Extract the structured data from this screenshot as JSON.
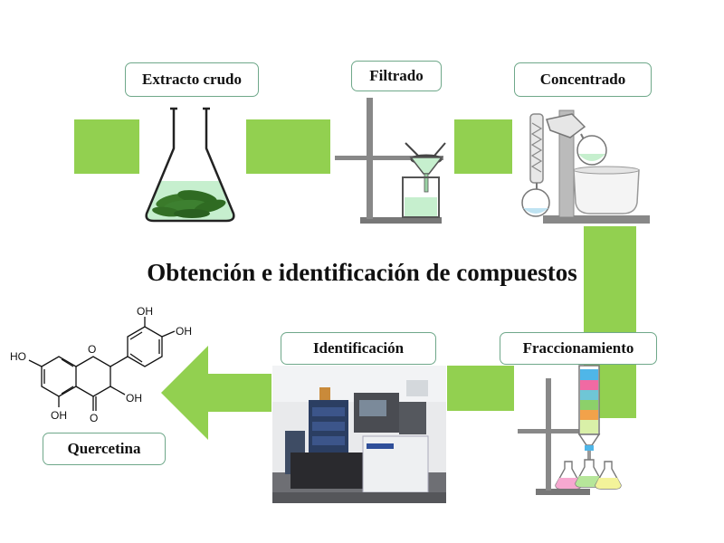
{
  "title": "Obtención e identificación de compuestos",
  "steps": {
    "extracto": "Extracto crudo",
    "filtrado": "Filtrado",
    "concentrado": "Concentrado",
    "fraccionamiento": "Fraccionamiento",
    "identificacion": "Identificación",
    "producto": "Quercetina"
  },
  "molecule_labels": {
    "oh_a": "OH",
    "oh_b": "OH",
    "oh_c": "OH",
    "oh_d": "HO",
    "oh_e": "OH",
    "o_ring": "O",
    "o_ketone": "O"
  },
  "colors": {
    "arrow_green": "#92d050",
    "liquid_green": "#c6efce",
    "leaf_green": "#3a7a2a",
    "box_border": "#6fa88a"
  }
}
